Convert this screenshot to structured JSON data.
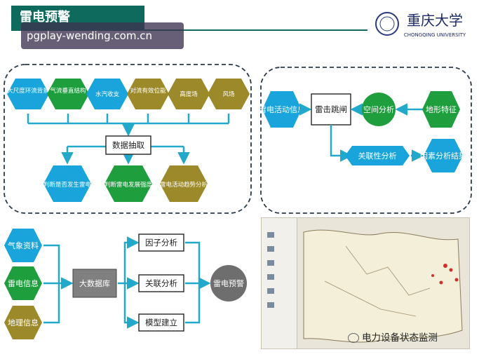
{
  "header": {
    "title": "雷电预警",
    "watermark": "pgplay-wending.com.cn",
    "logo_cn": "重庆大学",
    "logo_en": "CHONGQING UNIVERSITY"
  },
  "panel1": {
    "sources": [
      "大尺度环流背景",
      "气流垂直结构",
      "水汽收支",
      "对流有效位能",
      "高度场",
      "风场"
    ],
    "center": "数据抽取",
    "outputs": [
      "判断是否发生雷电",
      "判断雷电发展强度",
      "雷电活动趋势分析"
    ]
  },
  "panel2": {
    "activity": "雷电活动信息",
    "trip": "雷击跳闸",
    "space": "空间分析",
    "terrain": "地形特征",
    "correlation": "关联性分析",
    "result": "因素分析结果"
  },
  "panel3": {
    "inputs": [
      "气象资料",
      "雷电信息",
      "地理信息"
    ],
    "database": "大数据库",
    "methods": [
      "因子分析",
      "关联分析",
      "模型建立"
    ],
    "output": "雷电预警"
  },
  "footer": {
    "text": "电力设备状态监测"
  },
  "colors": {
    "blue": "#1aa4dc",
    "green": "#1f9e3e",
    "olive": "#9c8a2a",
    "teal": "#0e6a5c",
    "arrow": "#22a9c9",
    "gray": "#6e6e6e"
  }
}
